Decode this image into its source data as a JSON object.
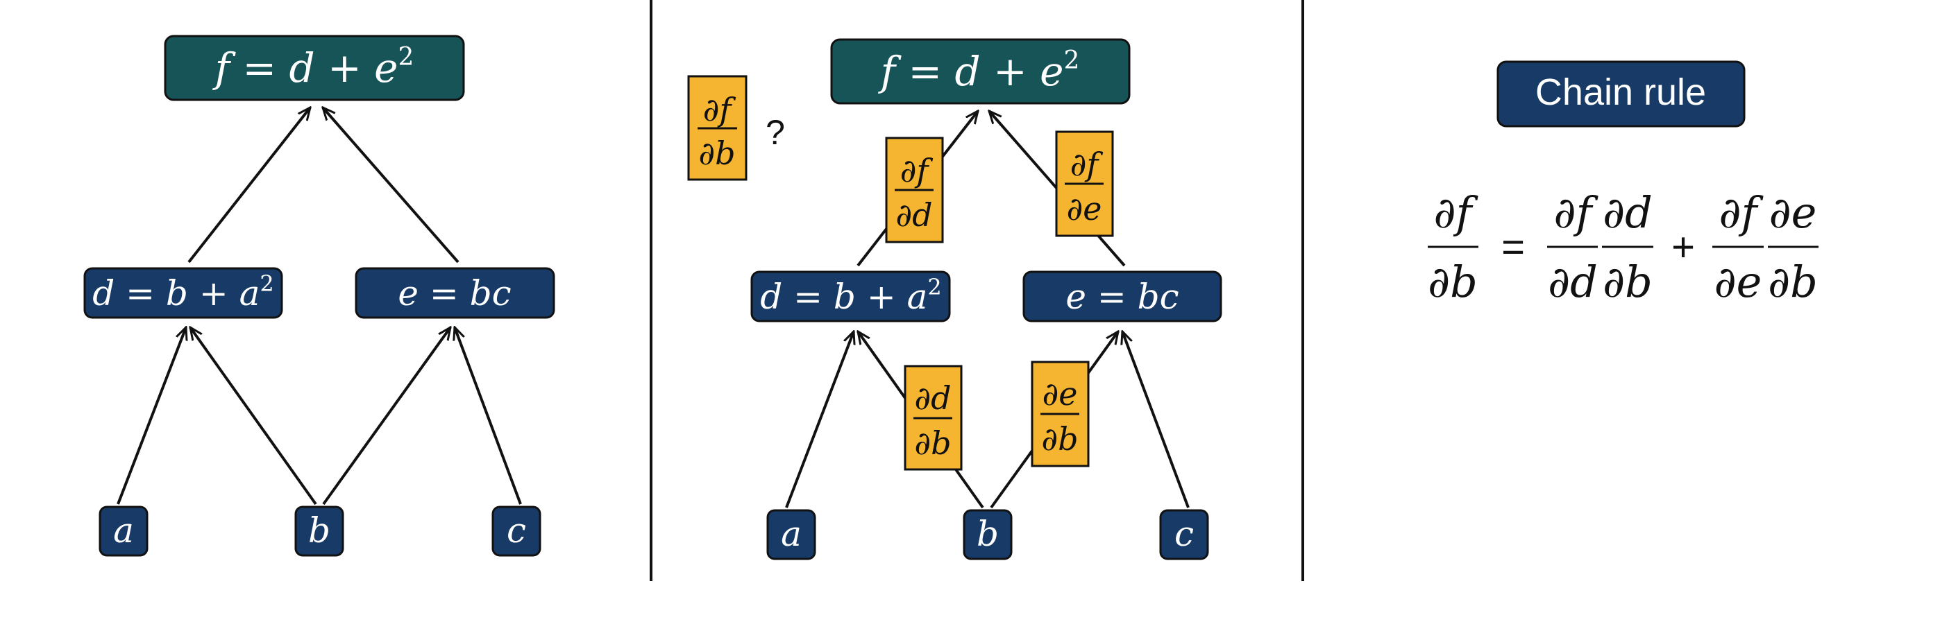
{
  "colors": {
    "teal": "#175458",
    "navy": "#173A66",
    "amber": "#F6B531",
    "ink": "#111111",
    "node_text": "#ffffff"
  },
  "left_graph": {
    "top": {
      "lhs": "f",
      "rhs_a": "d + e",
      "sup": "2"
    },
    "d_node": {
      "lhs": "d",
      "rhs_a": "b + a",
      "sup": "2"
    },
    "e_node": {
      "lhs": "e",
      "rhs": "bc"
    },
    "leaves": [
      "a",
      "b",
      "c"
    ]
  },
  "middle_graph": {
    "top": {
      "lhs": "f",
      "rhs_a": "d + e",
      "sup": "2"
    },
    "d_node": {
      "lhs": "d",
      "rhs_a": "b + a",
      "sup": "2"
    },
    "e_node": {
      "lhs": "e",
      "rhs": "bc"
    },
    "leaves": [
      "a",
      "b",
      "c"
    ],
    "question": {
      "num": "∂f",
      "den": "∂b",
      "mark": "?"
    },
    "partials": {
      "df_dd": {
        "num": "∂f",
        "den": "∂d"
      },
      "df_de": {
        "num": "∂f",
        "den": "∂e"
      },
      "dd_db": {
        "num": "∂d",
        "den": "∂b"
      },
      "de_db": {
        "num": "∂e",
        "den": "∂b"
      }
    }
  },
  "right_panel": {
    "title": "Chain rule",
    "equation": {
      "lhs": {
        "num": "∂f",
        "den": "∂b"
      },
      "eq": "=",
      "t1a": {
        "num": "∂f",
        "den": "∂d"
      },
      "t1b": {
        "num": "∂d",
        "den": "∂b"
      },
      "plus": "+",
      "t2a": {
        "num": "∂f",
        "den": "∂e"
      },
      "t2b": {
        "num": "∂e",
        "den": "∂b"
      }
    }
  }
}
